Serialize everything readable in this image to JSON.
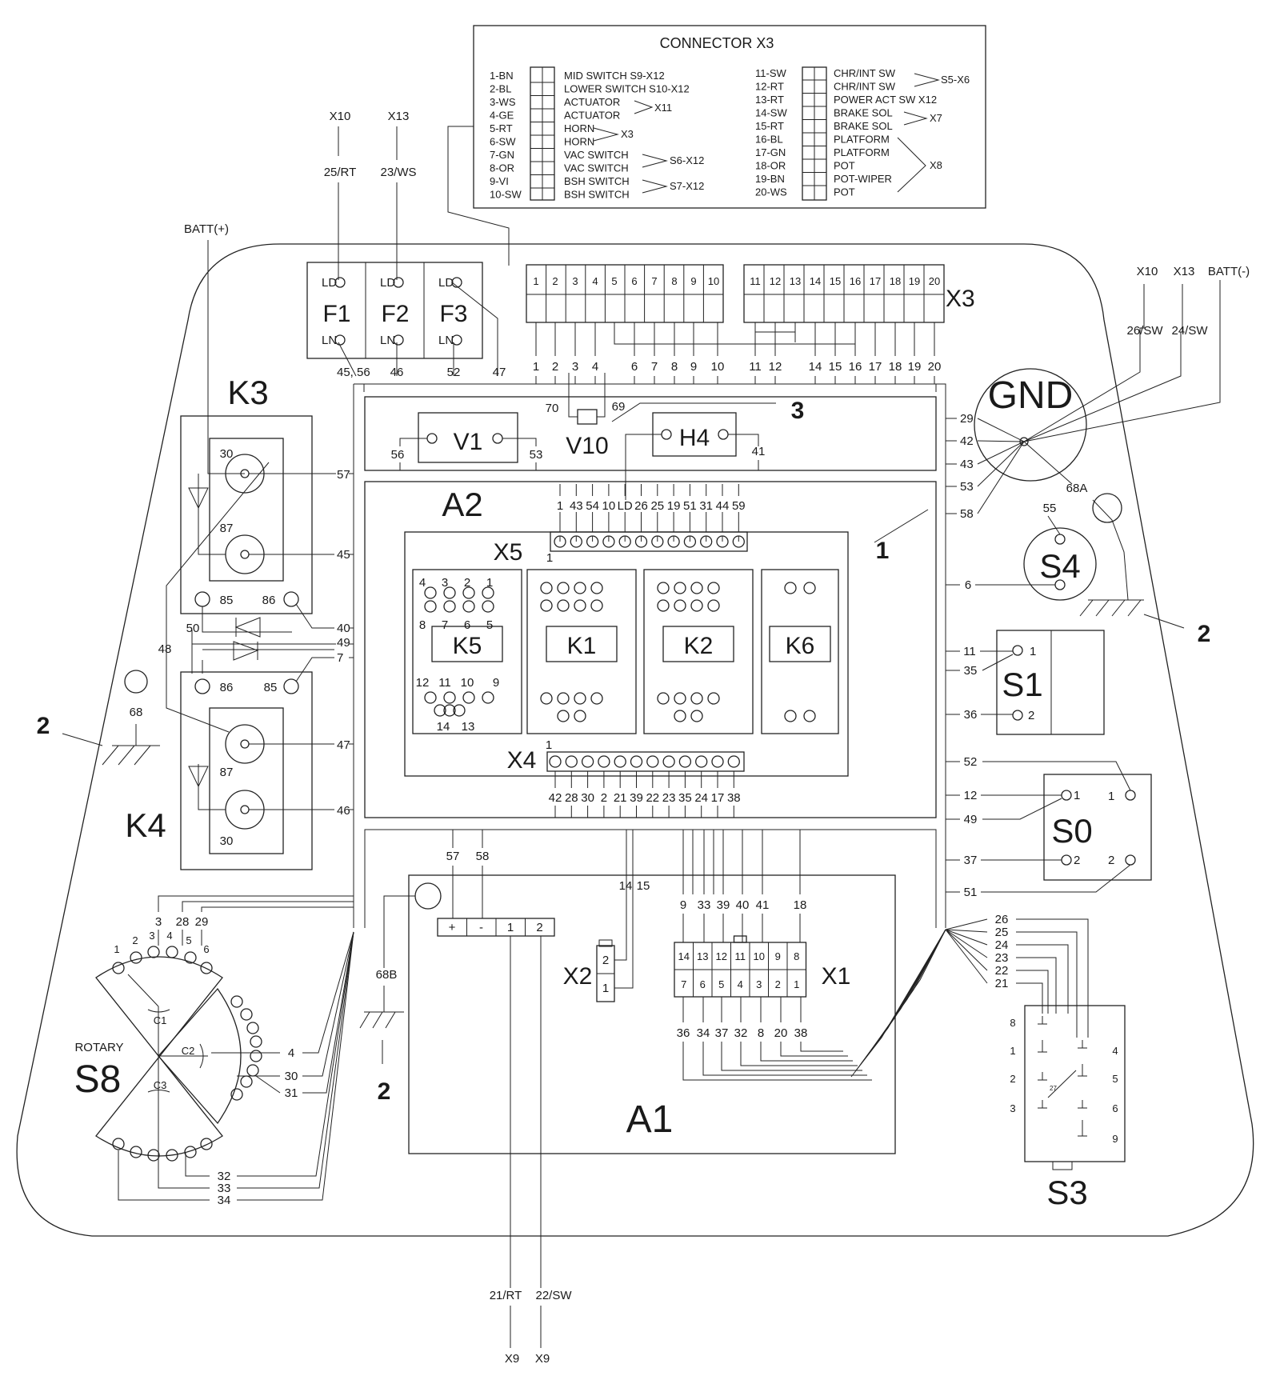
{
  "connector_x3": {
    "title": "CONNECTOR X3",
    "left_pins": [
      {
        "pin": "1-BN",
        "label": "MID SWITCH S9-X12"
      },
      {
        "pin": "2-BL",
        "label": "LOWER SWITCH S10-X12"
      },
      {
        "pin": "3-WS",
        "label": "ACTUATOR"
      },
      {
        "pin": "4-GE",
        "label": "ACTUATOR"
      },
      {
        "pin": "5-RT",
        "label": "HORN"
      },
      {
        "pin": "6-SW",
        "label": "HORN"
      },
      {
        "pin": "7-GN",
        "label": "VAC SWITCH"
      },
      {
        "pin": "8-OR",
        "label": "VAC SWITCH"
      },
      {
        "pin": "9-VI",
        "label": "BSH SWITCH"
      },
      {
        "pin": "10-SW",
        "label": "BSH SWITCH"
      }
    ],
    "left_groups": [
      "X11",
      "X3",
      "S6-X12",
      "S7-X12"
    ],
    "right_pins": [
      {
        "pin": "11-SW",
        "label": "CHR/INT SW"
      },
      {
        "pin": "12-RT",
        "label": "CHR/INT SW"
      },
      {
        "pin": "13-RT",
        "label": "POWER ACT SW X12"
      },
      {
        "pin": "14-SW",
        "label": "BRAKE SOL"
      },
      {
        "pin": "15-RT",
        "label": "BRAKE SOL"
      },
      {
        "pin": "16-BL",
        "label": "PLATFORM"
      },
      {
        "pin": "17-GN",
        "label": "PLATFORM"
      },
      {
        "pin": "18-OR",
        "label": "POT"
      },
      {
        "pin": "19-BN",
        "label": "POT-WIPER"
      },
      {
        "pin": "20-WS",
        "label": "POT"
      }
    ],
    "right_groups": [
      "S5-X6",
      "X7",
      "X8"
    ]
  },
  "top_inputs": {
    "x10": "X10",
    "x13": "X13",
    "wire_25": "25/RT",
    "wire_23": "23/WS",
    "batt_plus": "BATT(+)"
  },
  "right_inputs": {
    "x10": "X10",
    "x13": "X13",
    "batt_minus": "BATT(-)",
    "wire_26": "26/SW",
    "wire_24": "24/SW"
  },
  "fuses": [
    {
      "name": "F1",
      "ld": "LD",
      "ln": "LN",
      "wire": "45, 56"
    },
    {
      "name": "F2",
      "ld": "LD",
      "ln": "LN",
      "wire": "46"
    },
    {
      "name": "F3",
      "ld": "LD",
      "ln": "LN",
      "wire": "52"
    }
  ],
  "f3_out": "47",
  "x3_block": {
    "label": "X3",
    "pins": [
      "1",
      "2",
      "3",
      "4",
      "5",
      "6",
      "7",
      "8",
      "9",
      "10",
      "11",
      "12",
      "13",
      "14",
      "15",
      "16",
      "17",
      "18",
      "19",
      "20"
    ],
    "wires": [
      "1",
      "2",
      "3",
      "4",
      "6",
      "7",
      "8",
      "9",
      "10",
      "11",
      "12",
      "14",
      "15",
      "16",
      "17",
      "18",
      "19",
      "20"
    ]
  },
  "gnd": {
    "label": "GND",
    "wires": [
      "29",
      "42",
      "43",
      "53",
      "58"
    ],
    "w68a": "68A"
  },
  "v10": {
    "label": "V10",
    "w70": "70",
    "w69": "69"
  },
  "v1": {
    "label": "V1",
    "wl": "56",
    "wr": "53"
  },
  "h4": {
    "label": "H4",
    "wr": "41"
  },
  "callouts": {
    "c1": "1",
    "c2": "2",
    "c3": "3"
  },
  "a2": {
    "label": "A2"
  },
  "x5": {
    "label": "X5",
    "sub": "1",
    "wires": [
      "1",
      "43",
      "54",
      "10",
      "LD",
      "26",
      "25",
      "19",
      "51",
      "31",
      "44",
      "59"
    ]
  },
  "x4": {
    "label": "X4",
    "sub": "1",
    "wires": [
      "42",
      "28",
      "30",
      "2",
      "21",
      "39",
      "22",
      "23",
      "35",
      "24",
      "17",
      "38"
    ]
  },
  "relays_a2": [
    "K5",
    "K1",
    "K2",
    "K6"
  ],
  "k5_pins": {
    "top": [
      "4",
      "3",
      "2",
      "1"
    ],
    "mid": [
      "8",
      "7",
      "6",
      "5"
    ],
    "low": [
      "12",
      "11",
      "10",
      "9"
    ],
    "bot": [
      "14",
      "13"
    ]
  },
  "k3": {
    "label": "K3",
    "p30": "30",
    "p87": "87",
    "p85": "85",
    "p86": "86",
    "w57": "57",
    "w45": "45",
    "w40": "40"
  },
  "k4": {
    "label": "K4",
    "p86": "86",
    "p85": "85",
    "p87": "87",
    "p30": "30",
    "w47": "47",
    "w46": "46",
    "w7": "7"
  },
  "relay_wires": {
    "w50": "50",
    "w49": "49",
    "w48": "48"
  },
  "ground_68": "68",
  "s4": {
    "label": "S4",
    "w55": "55",
    "w6": "6"
  },
  "s1": {
    "label": "S1",
    "p1": "1",
    "p2": "2",
    "w11": "11",
    "w35": "35",
    "w36": "36"
  },
  "s0": {
    "label": "S0",
    "p1": "1",
    "p2": "2",
    "p1r": "1",
    "p2r": "2",
    "w52": "52",
    "w12": "12",
    "w49": "49",
    "w37": "37",
    "w51": "51"
  },
  "s3": {
    "label": "S3",
    "wires": [
      "26",
      "25",
      "24",
      "23",
      "22",
      "21"
    ],
    "left_pins": [
      "8",
      "1",
      "2",
      "3"
    ],
    "right_pins": [
      "4",
      "5",
      "6",
      "9"
    ],
    "tiny": "27"
  },
  "s8": {
    "label": "S8",
    "rotary": "ROTARY",
    "c1": "C1",
    "c2": "C2",
    "c3": "C3",
    "top_pins": [
      "1",
      "2",
      "3",
      "4",
      "5",
      "6"
    ],
    "top_wires": [
      "3",
      "28",
      "29"
    ],
    "right_wires": [
      "4",
      "30",
      "31"
    ],
    "bottom_wires": [
      "32",
      "33",
      "34"
    ]
  },
  "a1": {
    "label": "A1",
    "w57": "57",
    "w58": "58",
    "w14": "14",
    "w15": "15",
    "terminals": [
      "+",
      "-",
      "1",
      "2"
    ],
    "w68b": "68B",
    "out1": "21/RT",
    "out2": "22/SW",
    "x9a": "X9",
    "x9b": "X9"
  },
  "x2": {
    "label": "X2",
    "p2": "2",
    "p1": "1"
  },
  "x1": {
    "label": "X1",
    "top": [
      "14",
      "13",
      "12",
      "11",
      "10",
      "9",
      "8"
    ],
    "bot": [
      "7",
      "6",
      "5",
      "4",
      "3",
      "2",
      "1"
    ],
    "wires_top": [
      "9",
      "33",
      "39",
      "40",
      "41",
      "18"
    ],
    "wires_bot": [
      "36",
      "34",
      "37",
      "32",
      "8",
      "20",
      "38"
    ]
  }
}
